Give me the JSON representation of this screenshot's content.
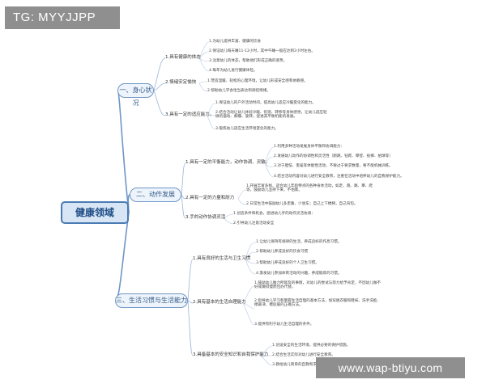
{
  "watermark_top": "TG: MYYJJPP",
  "watermark_bottom": "www.wap-btiyu.com",
  "root": "健康领域",
  "sections": [
    {
      "label": "一、身心状况",
      "goals": [
        {
          "label": "1.具有健康的体态",
          "items": [
            "1.为幼儿提供丰富、健康的饮食",
            "2.保证幼儿每天睡11-12小时，其中午睡一般应达到2小时左右。",
            "3.注意幼儿的体态，帮助他们形成正确的姿势。",
            "4.每年为幼儿进行健康体检。"
          ]
        },
        {
          "label": "2.情绪安定愉快",
          "items": [
            "1.营造温暖、轻松的心理环境，让幼儿形成安全感和依赖感。",
            "2.帮助幼儿学会恰当表达和调控情绪。"
          ]
        },
        {
          "label": "3.具有一定的适应能力。",
          "items": [
            "1.保证幼儿的户外活动时间，提高幼儿适应冷暖变化的能力。",
            "2.结合活动让幼儿体验冷暖、饥饱、转移等身体感觉，让幼儿适应轻微的摆动、颠簸、旋转，促进其平衡机能的发展。",
            "3.锻炼幼儿适应生活环境变化的能力。"
          ]
        }
      ]
    },
    {
      "label": "二、动作发展",
      "goals": [
        {
          "label": "1.具有一定的平衡能力，动作协调、灵敏。",
          "items": [
            "1.利用多种活动发展身体平衡和协调能力：",
            "2.发展幼儿动作的协调性和灵活性（跑跳、钻爬、攀登、投掷、拍球等）",
            "3.对于胆怯、害羞等体能性活动，不要过于要求数量，要不能机械训练。",
            "4.结合活动内容对幼儿进行安全教育，注重在活动中培养幼儿的自我保护能力。"
          ]
        },
        {
          "label": "2.具有一定的力量和耐力",
          "items": [
            "1.开展丰富多样、适合幼儿年龄特点的各种身体活动，如走、跑、跳、攀、爬等，鼓励幼儿坚持下来，不怕累。",
            "2.日常生活中鼓励幼儿多走路、少坐车；自己上下楼梯，自己背包。"
          ]
        },
        {
          "label": "3.手的动作协调灵活",
          "items": [
            "1.创造条件和机会，促进幼儿手的动作灵活协调：",
            "2.引导幼儿注意活动安全"
          ]
        }
      ]
    },
    {
      "label": "三、生活习惯与生活能力",
      "goals": [
        {
          "label": "1.具有良好的生活与卫生习惯",
          "items": [
            "1.让幼儿保持有规律的生活，养成良好的作息习惯。",
            "2.帮助幼儿养成良好的饮食习惯",
            "3.帮助幼儿养成良好的个人卫生习惯。",
            "4.激发幼儿参加体育活动的兴趣，养成锻炼的习惯。"
          ]
        },
        {
          "label": "2.具有基本的生活自理能力",
          "items": [
            "1.鼓励幼儿做力所能及的事情，对幼儿的尝试与努力给予肯定，不因幼儿做不好或做得慢而包办代替。",
            "2.指导幼儿学习和掌握生活自理的基本方法，如穿脱衣服和鞋袜、洗手洗脸、擦鼻涕、擦屁股的正确方法。",
            "3.提供有利于幼儿生活自理的条件。"
          ]
        },
        {
          "label": "3.具备基本的安全知识和自我保护能力",
          "items": [
            "1.创设安全的生活环境，提供必要的保护措施。",
            "2.结合生活实际对幼儿进行安全教育。",
            "3.教给幼儿简单的自救和求救的方法。"
          ]
        }
      ]
    }
  ]
}
